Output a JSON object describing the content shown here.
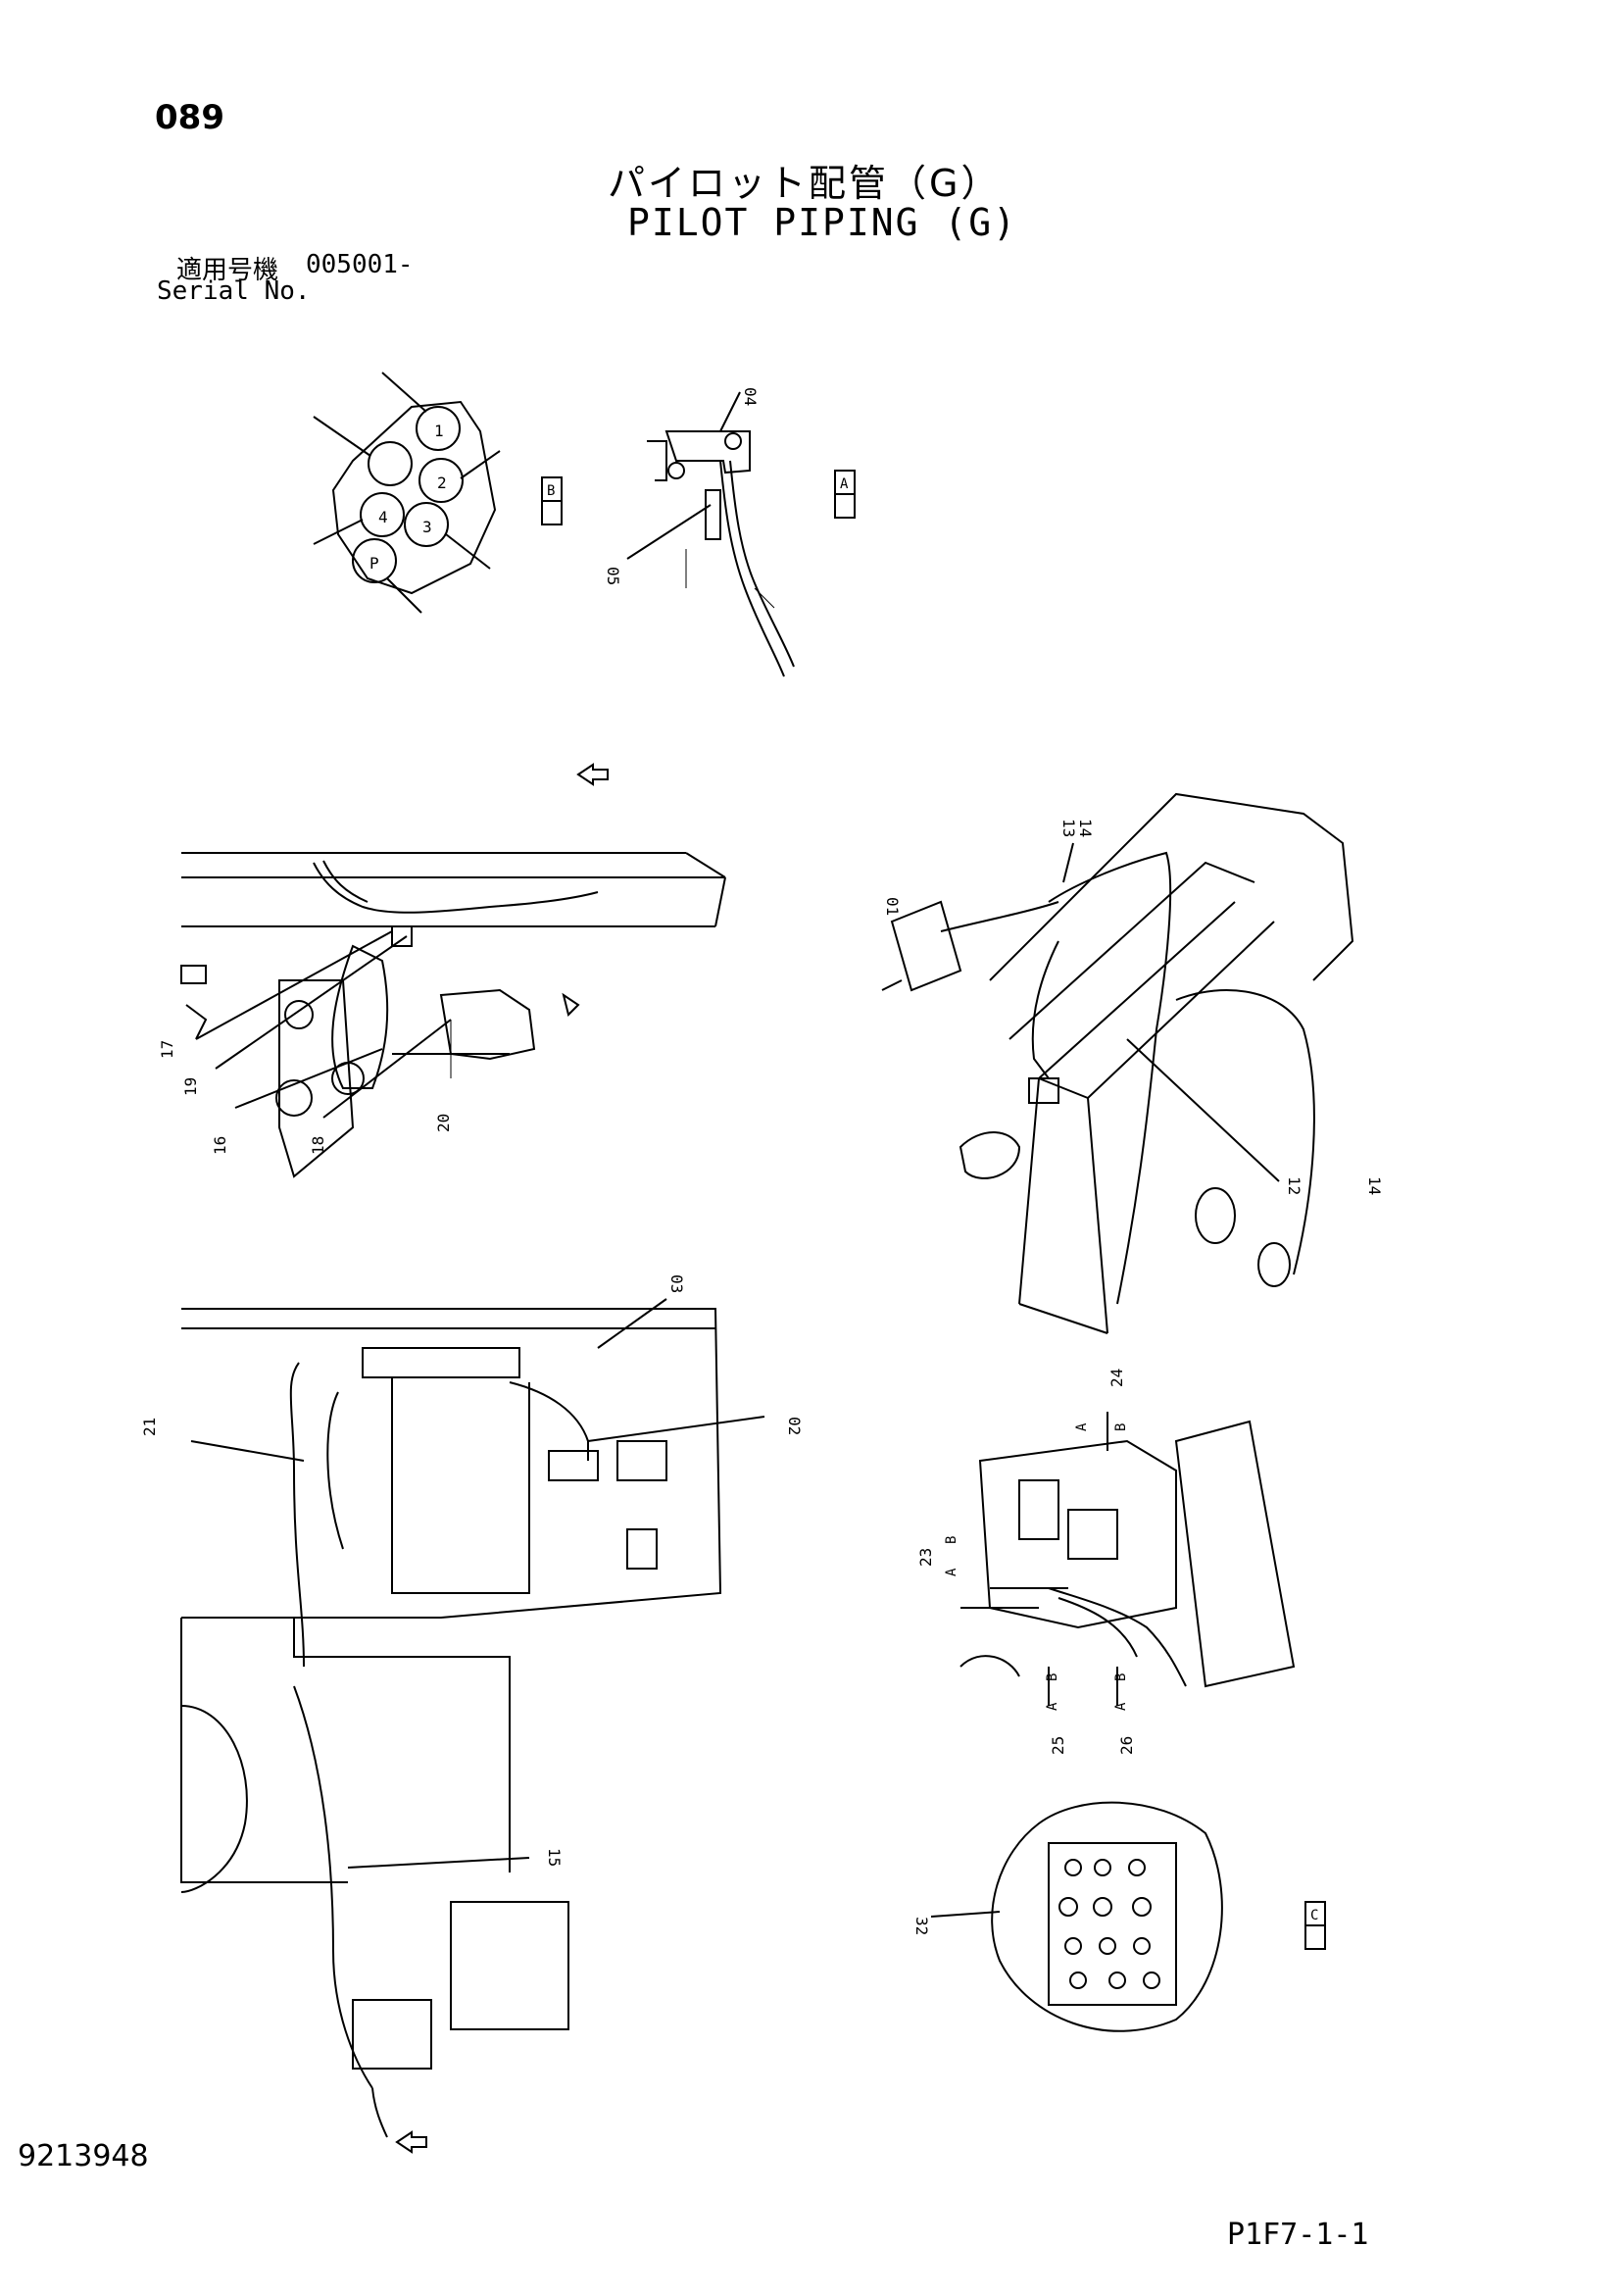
{
  "header": {
    "page_number": "089",
    "title_jp": "パイロット配管（G）",
    "title_en": "PILOT PIPING (G)",
    "serial_label_jp": "適用号機",
    "serial_value": "005001-",
    "serial_label_en": "Serial No."
  },
  "footer": {
    "document_number": "9213948",
    "reference_code": "P1F7-1-1"
  },
  "callouts": {
    "c04": "04",
    "c05": "05",
    "c01": "01",
    "c02": "02",
    "c03": "03",
    "c12": "12",
    "c13": "13",
    "c14a": "14",
    "c14b": "14",
    "c15": "15",
    "c16": "16",
    "c17": "17",
    "c18": "18",
    "c19": "19",
    "c20": "20",
    "c21": "21",
    "c23": "23",
    "c24": "24",
    "c25": "25",
    "c26": "26",
    "c32": "32"
  },
  "port_labels": {
    "p1": "1",
    "p2": "2",
    "p3": "3",
    "p4": "4",
    "p5": "P",
    "a1": "A",
    "b1": "B",
    "a2": "A",
    "b2": "B",
    "a3": "A",
    "b3": "B",
    "a4": "A",
    "b4": "B"
  },
  "views": {
    "view_a": "A",
    "view_b": "B",
    "view_c": "C"
  }
}
